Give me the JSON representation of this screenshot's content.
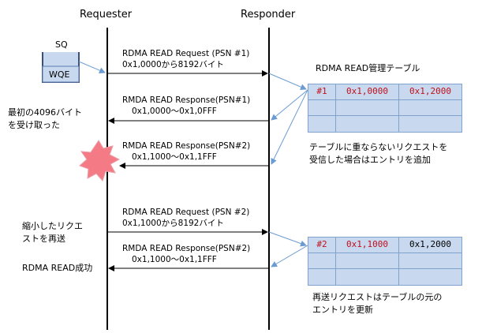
{
  "lifelines": {
    "requester": "Requester",
    "responder": "Responder"
  },
  "sq": {
    "label": "SQ",
    "entry": "WQE"
  },
  "messages": [
    {
      "line1": "RDMA READ Request (PSN #1)",
      "line2": "0x1,0000から8192バイト"
    },
    {
      "line1": "RMDA READ Response(PSN#1)",
      "line2": "0x1,0000～0x1,0FFF"
    },
    {
      "line1": "RMDA READ Response(PSN#2)",
      "line2": "0x1,1000～0x1,1FFF"
    },
    {
      "line1": "RDMA READ Request (PSN #2)",
      "line2": "0x1,1000から8192バイト"
    },
    {
      "line1": "RMDA READ Response(PSN#2)",
      "line2": "0x1,1000～0x1,1FFF"
    }
  ],
  "left_notes": {
    "first_received": [
      "最初の4096バイト",
      "を受け取った"
    ],
    "resend": [
      "縮小したリクエ",
      "ストを再送"
    ],
    "success": "RDMA READ成功"
  },
  "table1": {
    "title": "RDMA READ管理テーブル",
    "row": [
      "#1",
      "0x1,0000",
      "0x1,2000"
    ],
    "note": [
      "テーブルに重ならないリクエストを",
      "受信した場合はエントリを追加"
    ]
  },
  "table2": {
    "row": [
      "#2",
      "0x1,1000",
      "0x1,2000"
    ],
    "note": [
      "再送リクエストはテーブルの元の",
      "エントリを更新"
    ]
  },
  "colors": {
    "arrow_black": "#000000",
    "arrow_blue": "#6b9bd2",
    "table_fill": "#c7d8ef",
    "table_border": "#7fa3cc",
    "red_text": "#c0101a",
    "burst_fill": "#f47a86"
  }
}
